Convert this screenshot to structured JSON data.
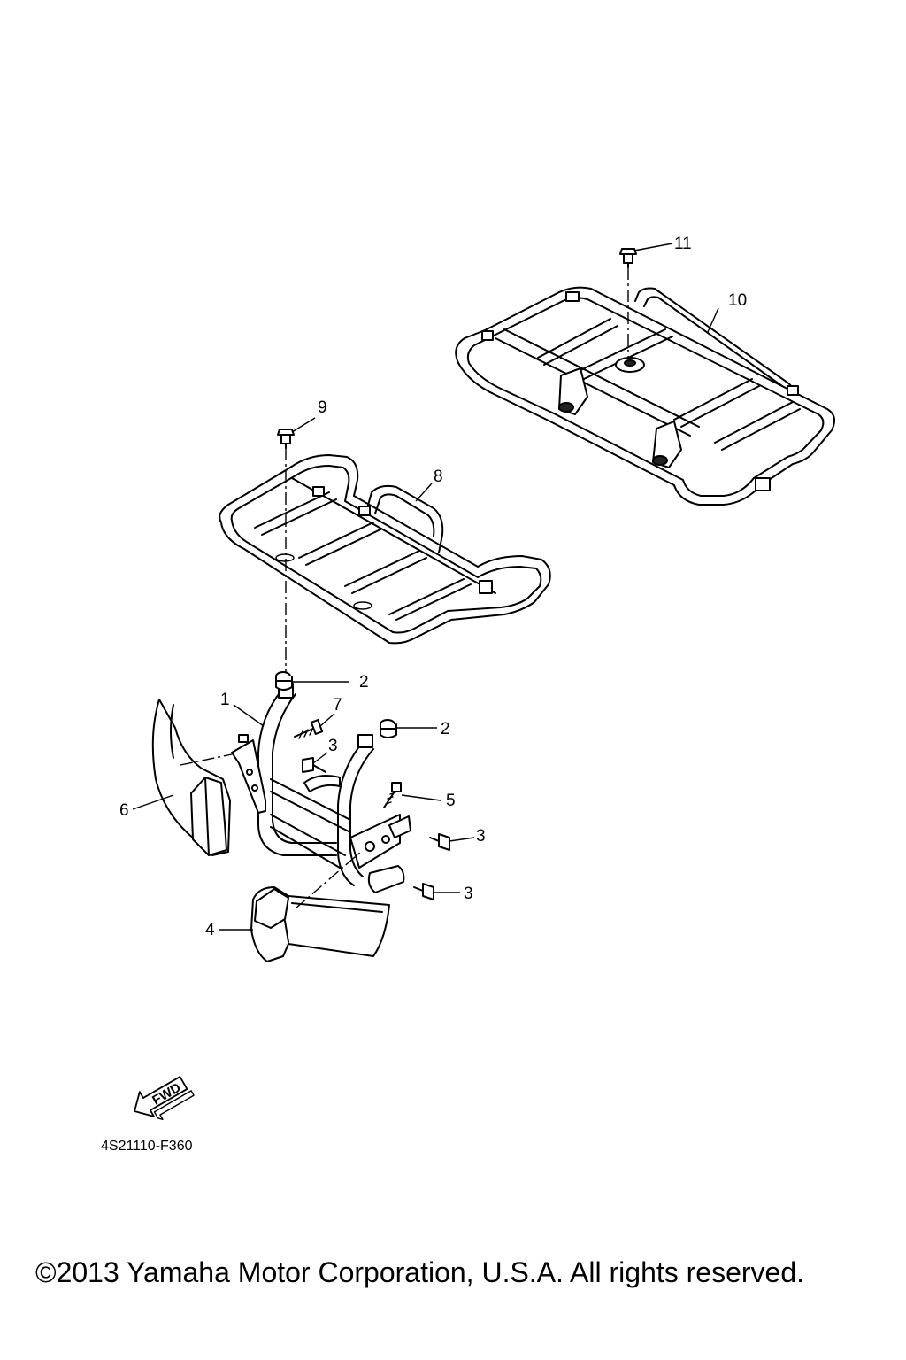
{
  "callouts": {
    "c1": "1",
    "c2a": "2",
    "c2b": "2",
    "c3a": "3",
    "c3b": "3",
    "c3c": "3",
    "c4": "4",
    "c5": "5",
    "c6": "6",
    "c7": "7",
    "c8": "8",
    "c9": "9",
    "c10": "10",
    "c11": "11"
  },
  "fwd_label": "FWD",
  "diagram_code": "4S21110-F360",
  "copyright": "©2013 Yamaha Motor Corporation, U.S.A. All rights reserved."
}
